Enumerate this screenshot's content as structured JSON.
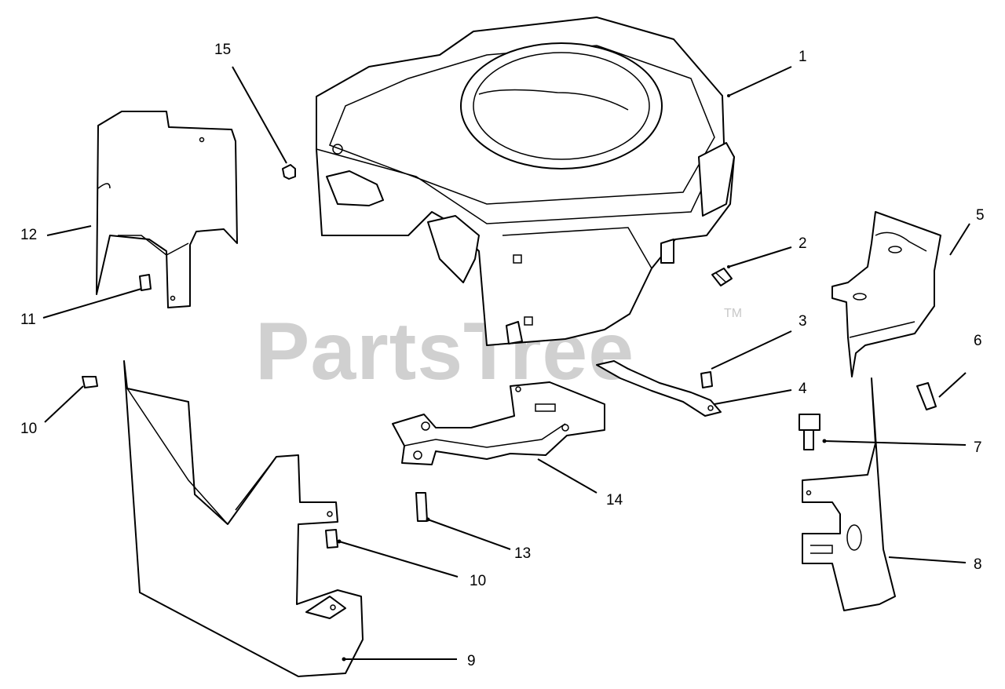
{
  "watermark": {
    "text": "PartsTree",
    "trademark": "TM",
    "color": "#c8c8c8"
  },
  "callouts": [
    {
      "label": "1"
    },
    {
      "label": "2"
    },
    {
      "label": "3"
    },
    {
      "label": "4"
    },
    {
      "label": "5"
    },
    {
      "label": "6"
    },
    {
      "label": "7"
    },
    {
      "label": "8"
    },
    {
      "label": "9"
    },
    {
      "label": "10"
    },
    {
      "label": "10"
    },
    {
      "label": "11"
    },
    {
      "label": "12"
    },
    {
      "label": "13"
    },
    {
      "label": "14"
    },
    {
      "label": "15"
    }
  ]
}
